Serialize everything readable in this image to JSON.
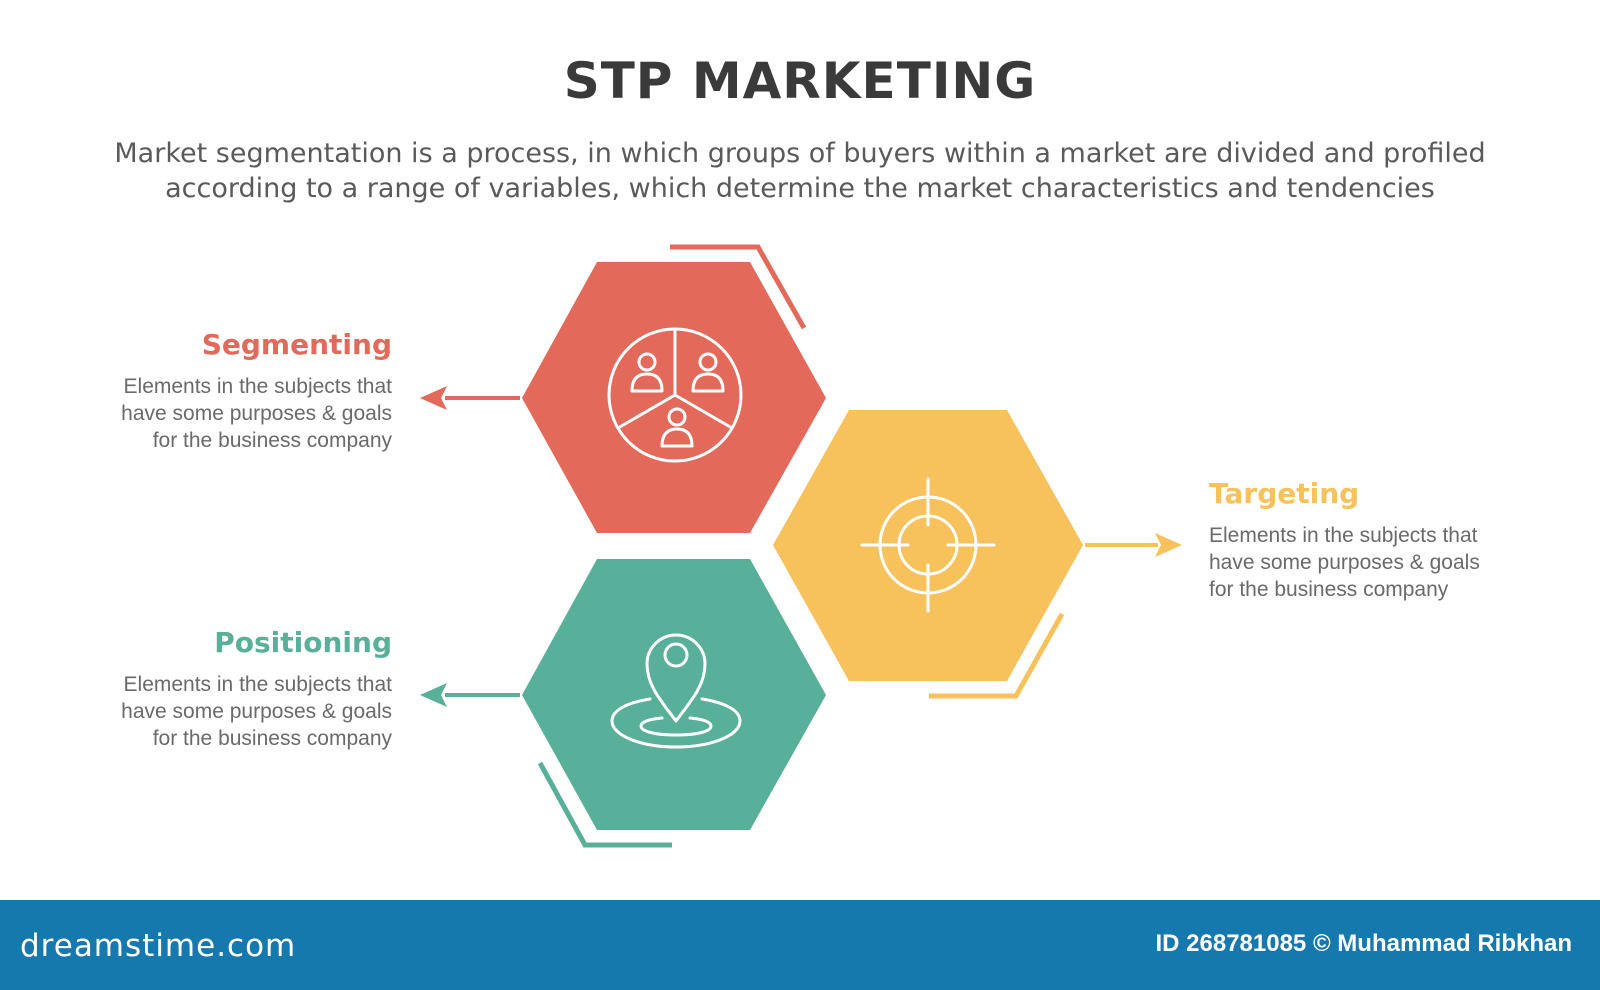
{
  "header": {
    "title": "STP MARKETING",
    "subtitle_lines": [
      "Market segmentation is a process, in which groups of buyers within a market are divided and profiled",
      "according to a range of variables, which determine the market characteristics and tendencies"
    ]
  },
  "items": [
    {
      "title": "Segmenting",
      "description_lines": [
        "Elements in the subjects that",
        "have  some purposes & goals",
        "for the  business company"
      ],
      "color": "#e36a5a",
      "icon": "pie-people-icon"
    },
    {
      "title": "Targeting",
      "description_lines": [
        "Elements in the subjects that",
        "have  some purposes & goals",
        "for the  business company"
      ],
      "color": "#f7c15c",
      "icon": "crosshair-icon"
    },
    {
      "title": "Positioning",
      "description_lines": [
        "Elements in the subjects that",
        "have  some purposes & goals",
        "for the  business company"
      ],
      "color": "#58b09a",
      "icon": "location-pin-icon"
    }
  ],
  "footer": {
    "logo": "dreamstime.com",
    "id_text": "ID 268781085 © Muhammad Ribkhan",
    "color": "#1679ae"
  }
}
